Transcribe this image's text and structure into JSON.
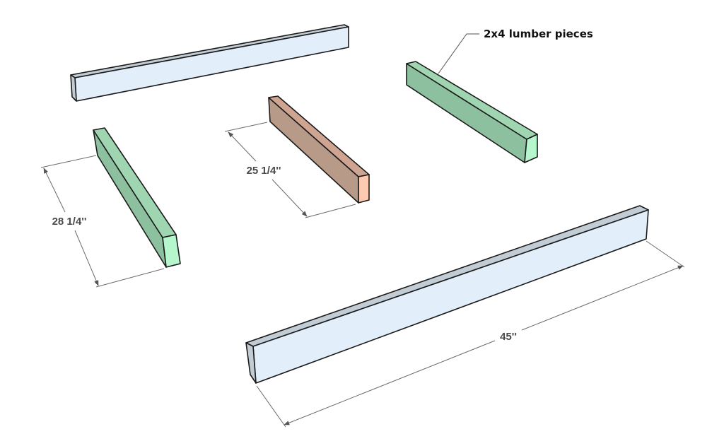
{
  "callout": {
    "label": "2x4 lumber pieces"
  },
  "dimensions": {
    "left_side": "28 1/4''",
    "center": "25 1/4''",
    "long_board": "45''"
  },
  "colors": {
    "blue_front": "#e2eefa",
    "blue_top": "#c2ccd4",
    "green_side": "#8cc09e",
    "green_top": "#9fd6b1",
    "green_end": "#b6f6cd",
    "brown_side": "#b89a88",
    "brown_top": "#cfa592",
    "brown_end": "#fccab1"
  }
}
